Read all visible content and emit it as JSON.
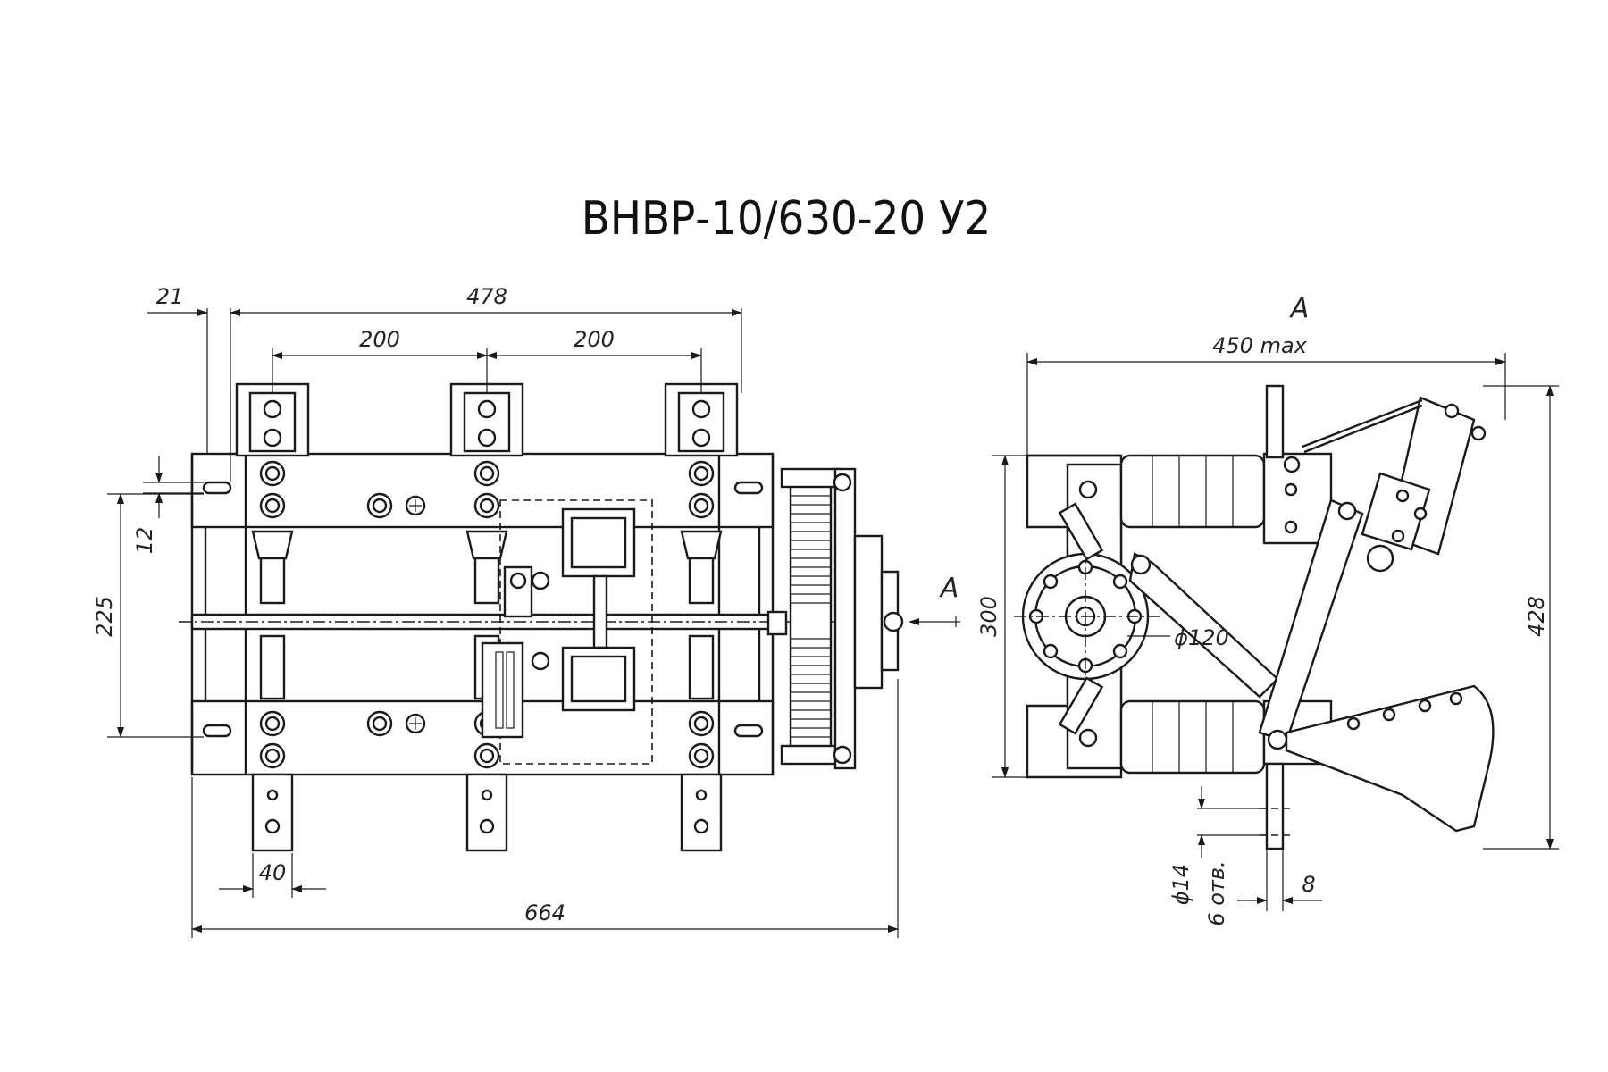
{
  "title": "ВНВР-10/630-20 У2",
  "front_view": {
    "dims": {
      "d21": "21",
      "d478": "478",
      "d200a": "200",
      "d200b": "200",
      "d12": "12",
      "d225": "225",
      "d40": "40",
      "d664": "664",
      "arrowA": "A"
    }
  },
  "side_view": {
    "view_label": "A",
    "dims": {
      "d450": "450 max",
      "d300": "300",
      "d428": "428",
      "phi120": "ϕ120",
      "phi14": "ϕ14",
      "holes": "6 отв.",
      "d8": "8"
    }
  }
}
